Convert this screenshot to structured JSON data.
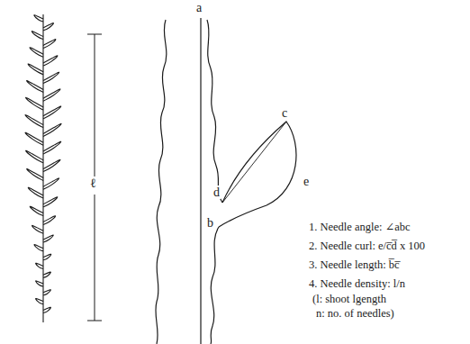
{
  "diagram": {
    "labels": [
      "ℓ",
      "a",
      "c",
      "d",
      "e",
      "b",
      "1. Needle angle: ∠abc",
      "2. Needle curl: e/c̅d̅ x 100",
      "3. Needle length: b̅c̅",
      "4. Needle density: l/n",
      "(l: shoot lgength",
      "n: no. of needles)"
    ]
  }
}
